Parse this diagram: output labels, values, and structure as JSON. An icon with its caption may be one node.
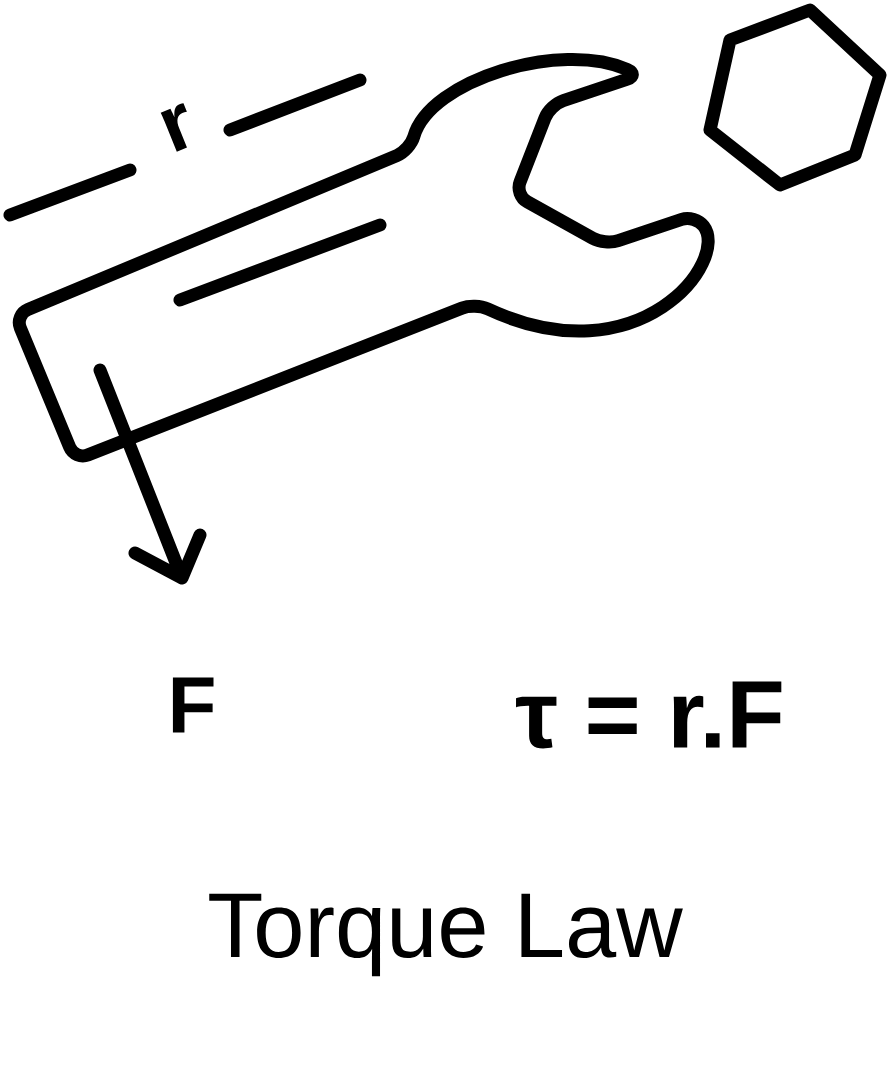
{
  "diagram": {
    "caption": "Torque Law",
    "labels": [
      "r",
      "F",
      "τ = r.F"
    ]
  }
}
